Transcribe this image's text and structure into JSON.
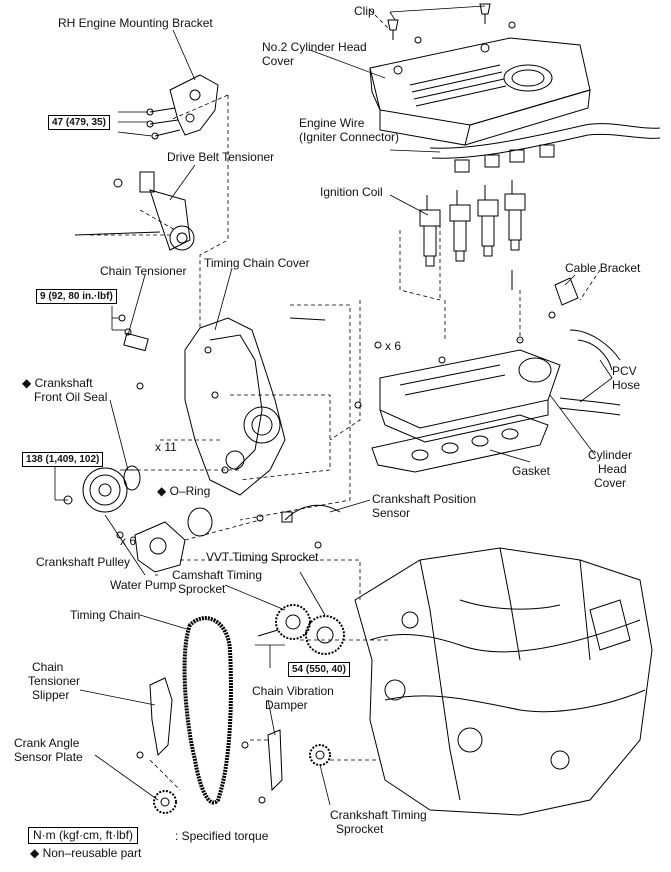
{
  "labels": {
    "rh_engine_mounting_bracket": "RH Engine Mounting Bracket",
    "clip": "Clip",
    "no2_cylinder_head_cover_line1": "No.2 Cylinder Head",
    "no2_cylinder_head_cover_line2": "Cover",
    "engine_wire_line1": "Engine Wire",
    "engine_wire_line2": "(Igniter Connector)",
    "drive_belt_tensioner": "Drive Belt Tensioner",
    "ignition_coil": "Ignition Coil",
    "timing_chain_cover": "Timing Chain Cover",
    "chain_tensioner": "Chain Tensioner",
    "cable_bracket": "Cable Bracket",
    "x6_top": "x 6",
    "pcv_hose_line1": "PCV",
    "pcv_hose_line2": "Hose",
    "crankshaft_front_oil_seal_line1": "◆ Crankshaft",
    "crankshaft_front_oil_seal_line2": "Front Oil Seal",
    "x11": "x 11",
    "cylinder_head_cover_line1": "Cylinder",
    "cylinder_head_cover_line2": "Head",
    "cylinder_head_cover_line3": "Cover",
    "gasket": "Gasket",
    "o_ring": "◆ O–Ring",
    "crankshaft_position_sensor_line1": "Crankshaft Position",
    "crankshaft_position_sensor_line2": "Sensor",
    "x6_pump": "x 6",
    "crankshaft_pulley": "Crankshaft Pulley",
    "vvt_timing_sprocket": "VVT Timing Sprocket",
    "water_pump": "Water Pump",
    "camshaft_timing_sprocket_line1": "Camshaft Timing",
    "camshaft_timing_sprocket_line2": "Sprocket",
    "timing_chain": "Timing Chain",
    "chain_tensioner_slipper_line1": "Chain",
    "chain_tensioner_slipper_line2": "Tensioner",
    "chain_tensioner_slipper_line3": "Slipper",
    "chain_vibration_damper_line1": "Chain Vibration",
    "chain_vibration_damper_line2": "Damper",
    "crank_angle_sensor_plate_line1": "Crank Angle",
    "crank_angle_sensor_plate_line2": "Sensor Plate",
    "crankshaft_timing_sprocket_line1": "Crankshaft Timing",
    "crankshaft_timing_sprocket_line2": "Sprocket"
  },
  "torque": {
    "mount_bracket": "47 (479, 35)",
    "chain_tensioner": "9 (92, 80 in.·lbf)",
    "crankshaft_pulley": "138 (1,409, 102)",
    "camshaft_sprocket": "54 (550, 40)"
  },
  "legend": {
    "torque_unit": "N·m (kgf·cm, ft·lbf)",
    "torque_desc": ": Specified torque",
    "nonreusable": "◆ Non–reusable part"
  }
}
